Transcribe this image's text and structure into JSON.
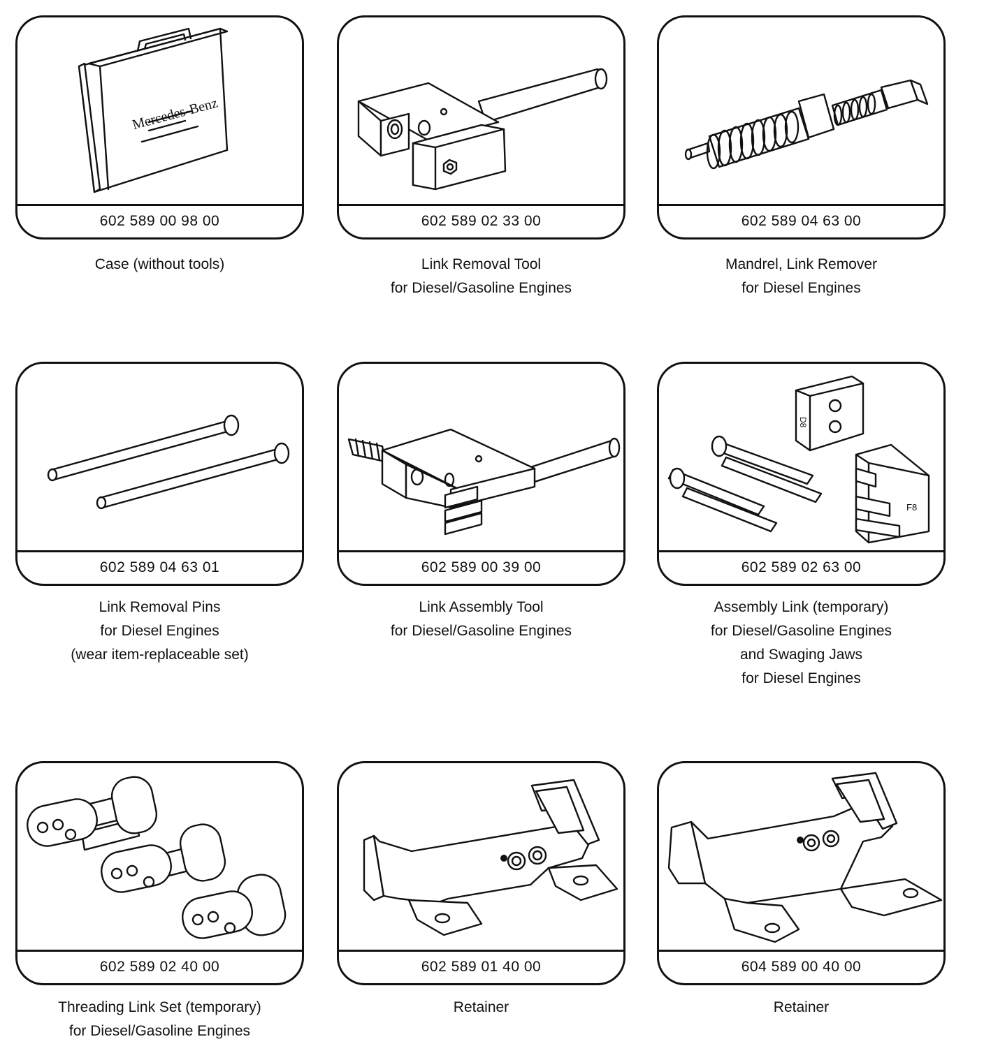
{
  "tools": [
    {
      "part_number": "602 589 00 98 00",
      "description": [
        "Case (without tools)"
      ],
      "icon": "tool-case",
      "brand_text": "Mercedes-Benz"
    },
    {
      "part_number": "602 589 02 33 00",
      "description": [
        "Link Removal Tool",
        "for Diesel/Gasoline Engines"
      ],
      "icon": "link-removal-tool"
    },
    {
      "part_number": "602 589 04 63 00",
      "description": [
        "Mandrel, Link Remover",
        "for Diesel Engines"
      ],
      "icon": "mandrel"
    },
    {
      "part_number": "602 589 04 63 01",
      "description": [
        "Link Removal Pins",
        "for Diesel Engines",
        "(wear item-replaceable set)"
      ],
      "icon": "removal-pins"
    },
    {
      "part_number": "602 589 00 39 00",
      "description": [
        "Link Assembly Tool",
        "for Diesel/Gasoline Engines"
      ],
      "icon": "link-assembly-tool"
    },
    {
      "part_number": "602 589 02 63 00",
      "description": [
        "Assembly Link (temporary)",
        "for Diesel/Gasoline Engines",
        "and Swaging Jaws",
        "for Diesel Engines"
      ],
      "icon": "assembly-link-jaws"
    },
    {
      "part_number": "602 589 02 40 00",
      "description": [
        "Threading Link Set (temporary)",
        "for Diesel/Gasoline Engines"
      ],
      "icon": "threading-links"
    },
    {
      "part_number": "602 589 01 40 00",
      "description": [
        "Retainer"
      ],
      "icon": "retainer"
    },
    {
      "part_number": "604 589 00 40 00",
      "description": [
        "Retainer"
      ],
      "icon": "retainer"
    }
  ]
}
